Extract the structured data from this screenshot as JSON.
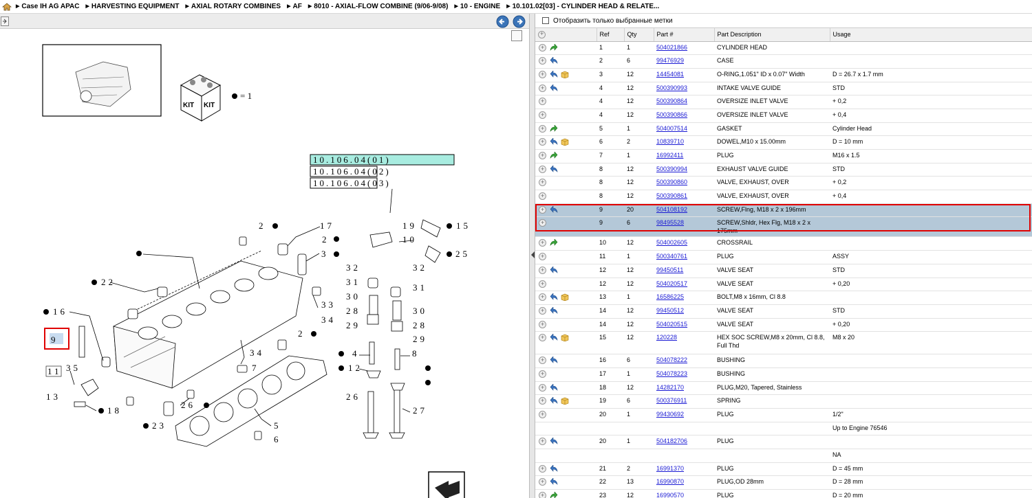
{
  "breadcrumb": [
    "Case IH AG APAC",
    "HARVESTING EQUIPMENT",
    "AXIAL ROTARY COMBINES",
    "AF",
    "8010 - AXIAL-FLOW COMBINE (9/06-9/08)",
    "10 - ENGINE",
    "10.101.02[03] - CYLINDER HEAD & RELATE..."
  ],
  "filter": {
    "label": "Отобразить только выбранные метки"
  },
  "columns": [
    "Ref",
    "Qty",
    "Part #",
    "Part Description",
    "Usage"
  ],
  "diagram": {
    "kit_legend": "= 1",
    "refs": [
      "10.106.04(01)",
      "10.106.04(02)",
      "10.106.04(03)"
    ],
    "callouts": {
      "c2a": "2",
      "c17": "17",
      "c2b": "2",
      "c3a": "3",
      "c19": "19",
      "c15": "15",
      "c10": "10",
      "c25": "25",
      "c32a": "32",
      "c32b": "32",
      "c31a": "31",
      "c31b": "31",
      "c30a": "30",
      "c30b": "30",
      "c28a": "28",
      "c28b": "28",
      "c29a": "29",
      "c29b": "29",
      "c33": "33",
      "c34a": "34",
      "c22": "22",
      "c16": "16",
      "c9": "9",
      "c11": "11",
      "c35": "35",
      "c13": "13",
      "c18": "18",
      "c23": "23",
      "c26a": "26",
      "c5": "5",
      "c6": "6",
      "c7": "7",
      "c34b": "34",
      "c2c": "2",
      "c4": "4",
      "c12": "12",
      "c26b": "26",
      "c27": "27",
      "c8": "8"
    }
  },
  "rows": [
    {
      "ref": "1",
      "qty": "1",
      "part": "504021866",
      "desc": "CYLINDER HEAD",
      "usage": "",
      "icons": [
        "green"
      ]
    },
    {
      "ref": "2",
      "qty": "6",
      "part": "99476929",
      "desc": "CASE",
      "usage": "",
      "icons": [
        "blue"
      ]
    },
    {
      "ref": "3",
      "qty": "12",
      "part": "14454081",
      "desc": "O-RING,1.051\" ID x 0.07\" Width",
      "usage": "D = 26.7 x 1.7 mm",
      "icons": [
        "blue",
        "box"
      ]
    },
    {
      "ref": "4",
      "qty": "12",
      "part": "500390993",
      "desc": "INTAKE VALVE GUIDE",
      "usage": "STD",
      "icons": [
        "blue"
      ]
    },
    {
      "ref": "4",
      "qty": "12",
      "part": "500390864",
      "desc": "OVERSIZE INLET VALVE",
      "usage": "+ 0,2",
      "icons": []
    },
    {
      "ref": "4",
      "qty": "12",
      "part": "500390866",
      "desc": "OVERSIZE INLET VALVE",
      "usage": "+ 0,4",
      "icons": []
    },
    {
      "ref": "5",
      "qty": "1",
      "part": "504007514",
      "desc": "GASKET",
      "usage": "Cylinder Head",
      "icons": [
        "green"
      ]
    },
    {
      "ref": "6",
      "qty": "2",
      "part": "10839710",
      "desc": "DOWEL,M10 x 15.00mm",
      "usage": "D = 10 mm",
      "icons": [
        "blue",
        "box"
      ]
    },
    {
      "ref": "7",
      "qty": "1",
      "part": "16992411",
      "desc": "PLUG",
      "usage": "M16 x 1.5",
      "icons": [
        "green"
      ]
    },
    {
      "ref": "8",
      "qty": "12",
      "part": "500390994",
      "desc": "EXHAUST VALVE GUIDE",
      "usage": "STD",
      "icons": [
        "blue"
      ]
    },
    {
      "ref": "8",
      "qty": "12",
      "part": "500390860",
      "desc": "VALVE, EXHAUST, OVER",
      "usage": "+ 0,2",
      "icons": []
    },
    {
      "ref": "8",
      "qty": "12",
      "part": "500390861",
      "desc": "VALVE, EXHAUST, OVER",
      "usage": "+ 0,4",
      "icons": []
    },
    {
      "ref": "9",
      "qty": "20",
      "part": "504108192",
      "desc": "SCREW,Flng, M18 x 2 x 196mm",
      "usage": "",
      "icons": [
        "blue"
      ],
      "selected": true
    },
    {
      "ref": "9",
      "qty": "6",
      "part": "98495528",
      "desc": "SCREW,Shldr, Hex Flg, M18 x 2 x 175mm",
      "usage": "",
      "icons": [],
      "selected": true
    },
    {
      "ref": "10",
      "qty": "12",
      "part": "504002605",
      "desc": "CROSSRAIL",
      "usage": "",
      "icons": [
        "green"
      ]
    },
    {
      "ref": "11",
      "qty": "1",
      "part": "500340761",
      "desc": "PLUG",
      "usage": "ASSY",
      "icons": []
    },
    {
      "ref": "12",
      "qty": "12",
      "part": "99450511",
      "desc": "VALVE SEAT",
      "usage": "STD",
      "icons": [
        "blue"
      ]
    },
    {
      "ref": "12",
      "qty": "12",
      "part": "504020517",
      "desc": "VALVE SEAT",
      "usage": "+ 0,20",
      "icons": []
    },
    {
      "ref": "13",
      "qty": "1",
      "part": "16586225",
      "desc": "BOLT,M8 x 16mm, Cl 8.8",
      "usage": "",
      "icons": [
        "blue",
        "box"
      ]
    },
    {
      "ref": "14",
      "qty": "12",
      "part": "99450512",
      "desc": "VALVE SEAT",
      "usage": "STD",
      "icons": [
        "blue"
      ]
    },
    {
      "ref": "14",
      "qty": "12",
      "part": "504020515",
      "desc": "VALVE SEAT",
      "usage": "+ 0,20",
      "icons": []
    },
    {
      "ref": "15",
      "qty": "12",
      "part": "120228",
      "desc": "HEX SOC SCREW,M8 x 20mm, Cl 8.8, Full Thd",
      "usage": "M8 x 20",
      "icons": [
        "blue",
        "box"
      ],
      "tall": true
    },
    {
      "ref": "16",
      "qty": "6",
      "part": "504078222",
      "desc": "BUSHING",
      "usage": "",
      "icons": [
        "blue"
      ]
    },
    {
      "ref": "17",
      "qty": "1",
      "part": "504078223",
      "desc": "BUSHING",
      "usage": "",
      "icons": []
    },
    {
      "ref": "18",
      "qty": "12",
      "part": "14282170",
      "desc": "PLUG,M20, Tapered, Stainless",
      "usage": "",
      "icons": [
        "blue"
      ]
    },
    {
      "ref": "19",
      "qty": "6",
      "part": "500376911",
      "desc": "SPRING",
      "usage": "",
      "icons": [
        "blue",
        "box"
      ]
    },
    {
      "ref": "20",
      "qty": "1",
      "part": "99430692",
      "desc": "PLUG",
      "usage": "1/2\"",
      "icons": []
    },
    {
      "ref": "",
      "qty": "",
      "part": "",
      "desc": "",
      "usage": "Up to Engine 76546",
      "icons": [],
      "nocirc": true
    },
    {
      "ref": "20",
      "qty": "1",
      "part": "504182706",
      "desc": "PLUG",
      "usage": "",
      "icons": [
        "blue"
      ]
    },
    {
      "ref": "",
      "qty": "",
      "part": "",
      "desc": "",
      "usage": "NA",
      "icons": [],
      "nocirc": true
    },
    {
      "ref": "21",
      "qty": "2",
      "part": "16991370",
      "desc": "PLUG",
      "usage": "D = 45 mm",
      "icons": [
        "blue"
      ]
    },
    {
      "ref": "22",
      "qty": "13",
      "part": "16990870",
      "desc": "PLUG,OD 28mm",
      "usage": "D = 28 mm",
      "icons": [
        "blue"
      ]
    },
    {
      "ref": "23",
      "qty": "12",
      "part": "16990570",
      "desc": "PLUG",
      "usage": "D = 20 mm",
      "icons": [
        "green"
      ]
    }
  ]
}
